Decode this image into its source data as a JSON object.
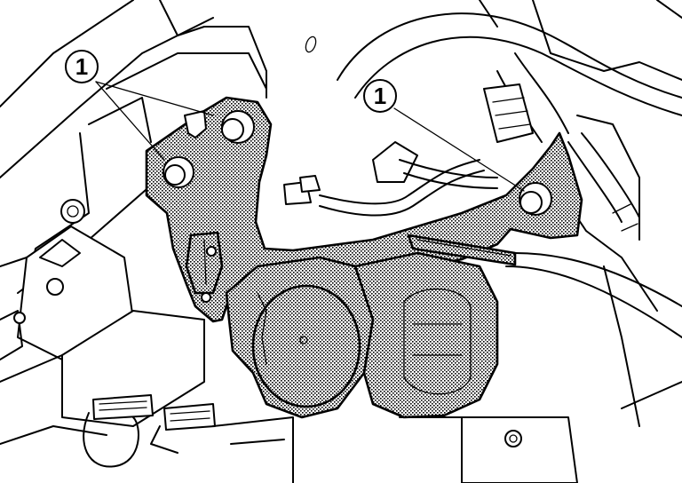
{
  "callouts": [
    {
      "label": "1"
    },
    {
      "label": "1"
    }
  ],
  "colors": {
    "line": "#000000",
    "background": "#ffffff",
    "hatch_dot": "#000000"
  },
  "icons": [
    "callout-circle",
    "bolt",
    "leader-line"
  ]
}
